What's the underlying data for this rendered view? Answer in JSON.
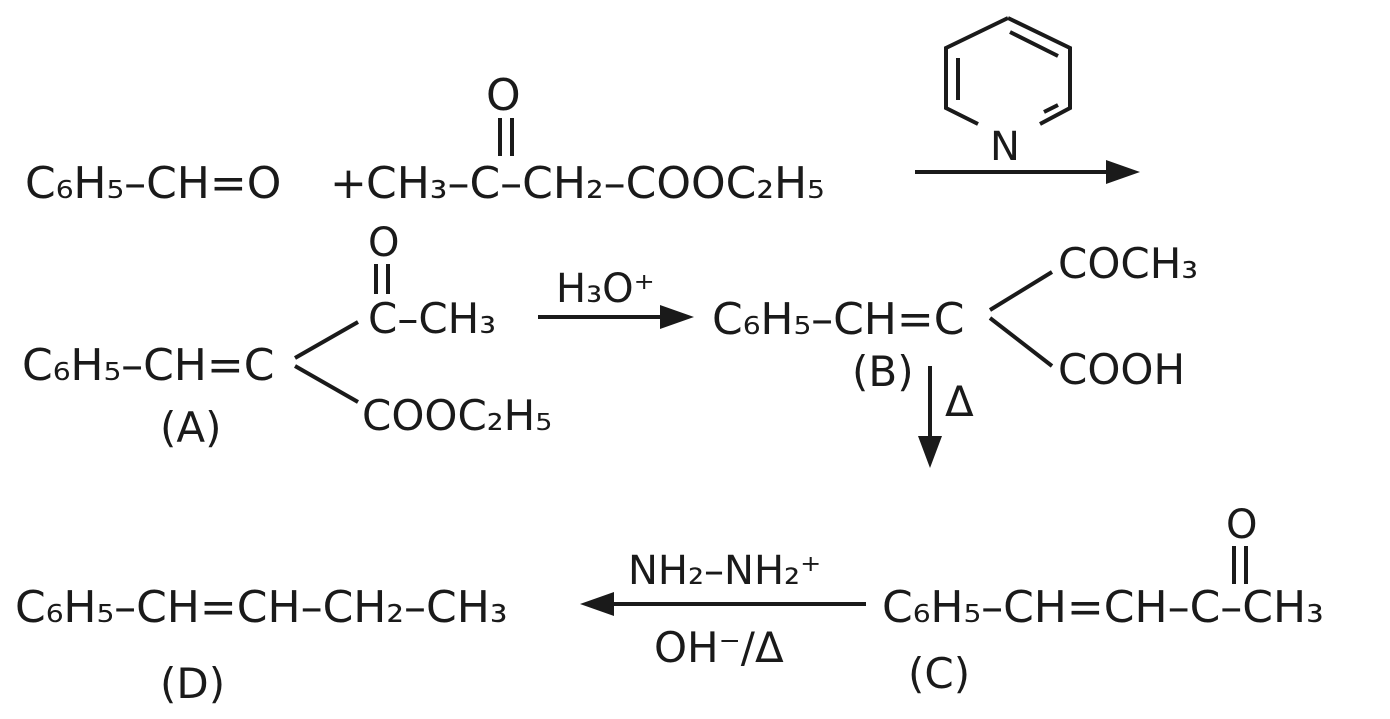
{
  "colors": {
    "ink": "#1a1a1a",
    "background": "#ffffff"
  },
  "reaction1": {
    "reactant1": "C₆H₅–CH=O",
    "plus": "+",
    "reactant2_oxygen": "O",
    "reactant2": "CH₃–C–CH₂–COOC₂H₅",
    "catalyst_ring_atom": "N"
  },
  "compound_A": {
    "oxygen": "O",
    "acetyl": "C–CH₃",
    "main": "C₆H₅–CH=C",
    "ester": "COOC₂H₅",
    "label": "(A)"
  },
  "reagent_hydrolysis": "H₃O⁺",
  "compound_B": {
    "main": "C₆H₅–CH=C",
    "upper": "COCH₃",
    "lower": "COOH",
    "label": "(B)"
  },
  "reagent_heat": "Δ",
  "compound_C": {
    "oxygen": "O",
    "main": "C₆H₅–CH=CH–C–CH₃",
    "label": "(C)"
  },
  "reagent_reduction": {
    "top": "NH₂–NH₂⁺",
    "bottom": "OH⁻/Δ"
  },
  "compound_D": {
    "main": "C₆H₅–CH=CH–CH₂–CH₃",
    "label": "(D)"
  }
}
